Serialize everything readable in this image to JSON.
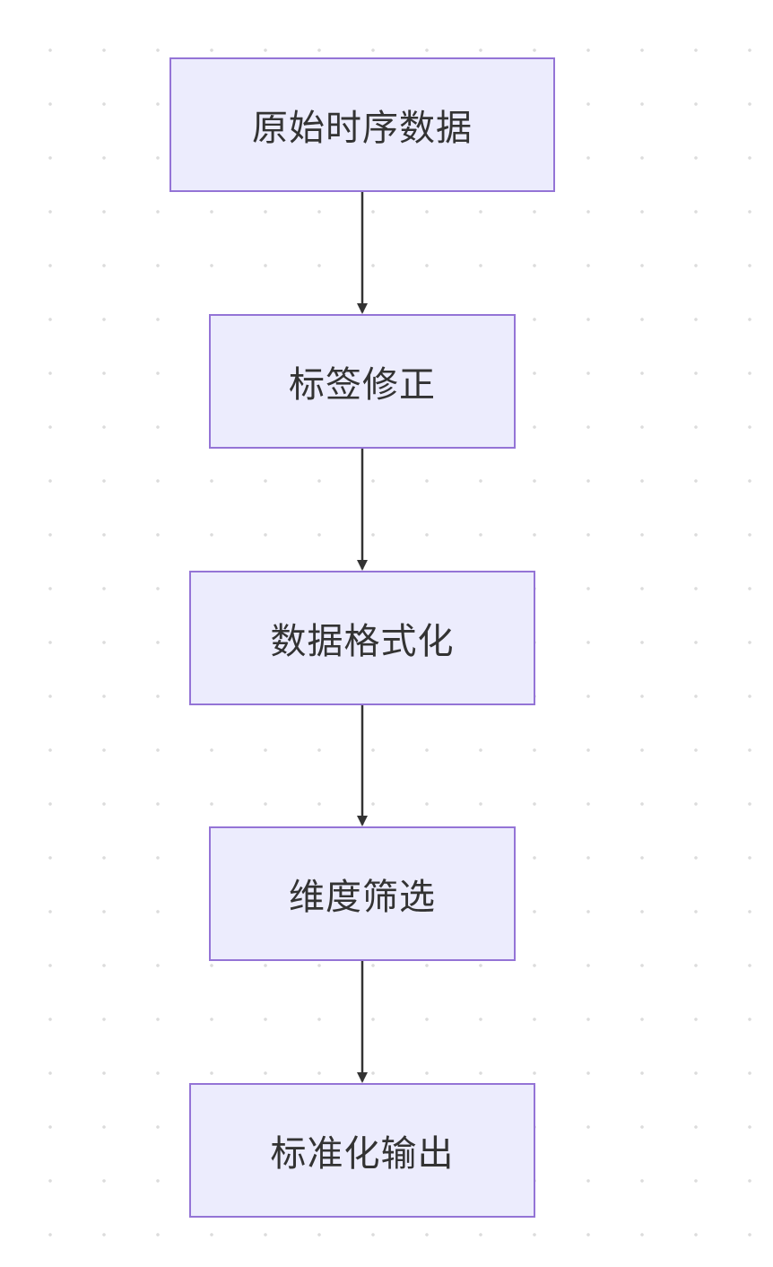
{
  "diagram": {
    "type": "flowchart",
    "direction": "top-to-bottom",
    "colors": {
      "node_fill": "#ececfd",
      "node_border": "#9474d6",
      "text": "#333333",
      "edge": "#333333",
      "background_dots": "#dcdcdc"
    },
    "nodes": [
      {
        "id": "n1",
        "label": "原始时序数据"
      },
      {
        "id": "n2",
        "label": "标签修正"
      },
      {
        "id": "n3",
        "label": "数据格式化"
      },
      {
        "id": "n4",
        "label": "维度筛选"
      },
      {
        "id": "n5",
        "label": "标准化输出"
      }
    ],
    "edges": [
      {
        "from": "n1",
        "to": "n2"
      },
      {
        "from": "n2",
        "to": "n3"
      },
      {
        "from": "n3",
        "to": "n4"
      },
      {
        "from": "n4",
        "to": "n5"
      }
    ]
  }
}
